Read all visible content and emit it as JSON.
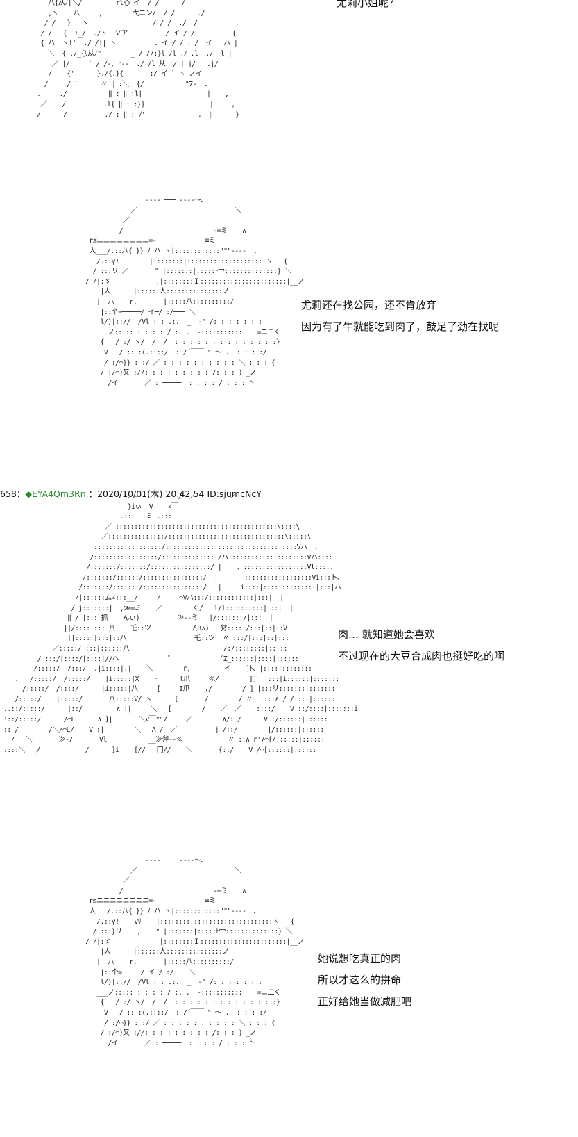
{
  "captions": {
    "top": [
      "尤莉小姐呢？"
    ],
    "block1": [
      "尤莉还在找公园，还不肯放弃",
      "因为有了牛就能吃到肉了，鼓足了劲在找呢"
    ],
    "block2": [
      "肉… 就知道她会喜欢",
      "不过现在的大豆合成肉也挺好吃的啊"
    ],
    "block3": [
      "她说想吃真正的肉",
      "所以才这么的拼命",
      "正好给她当做减肥吧"
    ]
  },
  "post": {
    "number": "658：",
    "name": "◆EYA4Qm3Rn.",
    "datetime": "：2020/10/01(木) 20:42:54",
    "id": "ID:sjumcNcY"
  },
  "art": {
    "art1": "     八{从ﾉ|＼/         rl心 イ  / /      /\n     ,ヽ    八     ,        弋ニン/  / /      ./\n    / /   }   ヽ                 / / /  ./  /          ,\n   / /   {  !_/  ./ヽ  Ｖア          / イ / /          {\n   { ハ  ヽ!'  ./ /!| ヽ       _  . イ / / : /  イ   ハ |\n     ＼  { ./_{ﾘ从ﾉ\"        _ / //:}l /l .ﾉ .l  ./  l |\n      ／ |/     ` / /-、r‐‐  ./ /l 从 |/ | j/   .j/\n     /    {'      }./{.}{       :/ イ ` ヽ ノイ\n    /    ./ `      〃 ‖ :＼_ {/           \"7-  .\n  .     ./           ‖ : ‖ :l|                 ‖    ,\n   ／    /          .l{_‖ : :}}                 ‖     ,\n  /      /          ./ : ‖ : ｿ'              .  ‖      }",
    "art2": "                         ‐‐‐‐ ─── ‐‐‐‐〜、\n                     ／                          ＼\n                   ／\n                  /                        -=ミ    ∧\n          r≦ニニニニニニニニ=-             ≡ミ\n          人___/.::八{ }} ﾉ ハ ヽ|::::::::::::\"\"\"‐‐‐-  、\n            /.::γ!    ─── |::::::::|:::::::::::::::::::::ヽ   {\n           / :::リ ／       \" |:::::::|:::::ﾄ冖::::::::::::::} ＼\n         / /|:ゞ            .|::::::::Ｉ:::::::::::::::::::::::|__ノ\n             |人      |::::::人:::::::::::::::ノ\n            |  八    r,       |:::::八::::::::::/\n             |::个=─────/ イ─/ :/─── ＼\n             l/)|:://  /Vl : : .:.  _  -\" /: : : : : : :\n            ___ノ::::: : : : : / :. .  -:::::::::::─── =ニ二く\n             {   / :/ ヽ/  /  /  : : : : : : : : : : : : : :}\n              V   / :: :(.::::/  : /´￣￣ \" 〜 .  : : : :/\n              / :/⌒}} : :/ ／ : : : : : : : : : : ＼ : : : {\n             / :/⌒)又 ://: : : : : : : : : /: : : ) _ノ\n               /イ       ／ : ─────  : : : : / : : : 丶",
    "art3": "                                  `、‐‐   ヽ  |  /  ／  ___ ___／\n                                   }iぃ  V    ∠￣\n                                 .::─── ミ .:::\n                             ／ :::::::::::::::::::::::::::::::::::::::::::\\::::\\\n                            ／:::::::::::::::/:::::::::::::::::::::::::::::::\\:::::\\\n                          ::::::::::::::::::/:::::::::::::::::::::::::::::::::::Vハ  、\n                         /:::::::::::::::::/:::::::::::::::/ハ:::::::::::::::::::::Vハ::::\n                        /:::::::/:::::::/::::::::::::::::/ |    、:::::::::::::::::Vl::::.\n                       /:::::::/::::::/::::::::::::::::/  |       ::::::::::::::::::Vi:::ト、\n                      /:::::::/:::::::/::::::::::::::::/   |     i::::|::::::::::::::|:::|ハ\n                     /|::::::ム∠:::__/     /     ⌒Vハ:::/::::::::::::|:::|  |\n                    / j:::::::|  ,≫=ミ    ／        く/   l/l::::::::::|:::|  |\n                   ‖ / |::: 抓    んぃ)          ≫‐‐ミ   |/:::::::/|:::  |\n                  ||/::::|::: 八    乇::ツ           んぃ)   犲:::::/:::|::|::V\n                   ||:::::|:::|::八                  乇::ツ  〃 :::/|:::|::|:::\n               ／:::::/ :::|::::::八                         /:/:::|::::|::|::\n           / :::/|::::/|::::|//ヘ             ゜            ´Z_::::::|::::|::::::\n          /:::::/  /:::/  .|i::::|.|    ＼        r,         イ    ]ﾄ、|::::|::::::::\n     .   /:::::/  /:::::/    |i:::::|X    ﾄ      l爪     ≪/        ]]  |:::|i::::::|:::::::\n       /:::::/  /::::/      |i:::::|八     [     I爪    ./        / ] |:::リ:::::::|:::::::\n     /:::::/    |:::::/       八:::::V/ ヽ      [       /        / 〃  ::::∧ / /::::|::::::\n  ..::/:::::/      |::/         ∧ :|     ＼   [        /    ／  ／    ::::/    V ::/::::|:::::::i\n  '::/:::::/      /⌒L      ∧ ]|       ＼V￣\"\"7     ／        ∧/: /      V :/::::::|::::::\n  :: /        /＼/⌒L/    V :|        ＼   A /  ／          j /::/        |/::::::|::::::\n    /   ＼       ≫‐/       Vl           __≫斧‐‐≪            〃 ::∧ r'7⌒[/::::::|::::::\n  ::::＼   /            /      ]i    [//   冂//    ＼       {::/    V /⌒[::::::|::::::",
    "art4": "                         ‐‐‐‐ ─── ‐‐‐‐〜、\n                     ／                          ＼\n                   ／\n                  /                        -=ミ    ∧\n          r≦ニニニニニニニニ=-             ≡ミ\n          人___/.::八{ }} ﾉ ハ ヽ|::::::::::::\"\"\"‐‐‐-  、\n            /.::γ!    Vﾘ    |::::::::|:::::::::::::::::::::ヽ   {\n           / :::}リ    ,    \" |:::::::|:::::ﾄ冖::::::::::::::} ＼\n         / /|:ゞ             |::::::::Ｉ:::::::::::::::::::::::|__ノ\n             |人      |::::::人:::::::::::::::ノ\n            |  八    r,       |:::::八::::::::::/\n             |::个=─────/ イ─/ :/─── ＼\n             l/)|:://  /Vl : : .:.  _  -\" /: : : : : : :\n            ___ノ::::: : : : : / :. .  -:::::::::::─── =ニ二く\n             {   / :/ ヽ/  /  /  : : : : : : : : : : : : : :}\n              V   / :: :(.::::/  : /´￣￣ \" 〜 .  : : : :/\n              / :/⌒}} : :/ ／ : : : : : : : : : : ＼ : : : {\n             / :/⌒)又 ://: : : : : : : : : /: : : ) _ノ\n               /イ       ／ : ─────  : : : : / : : : 丶"
  }
}
